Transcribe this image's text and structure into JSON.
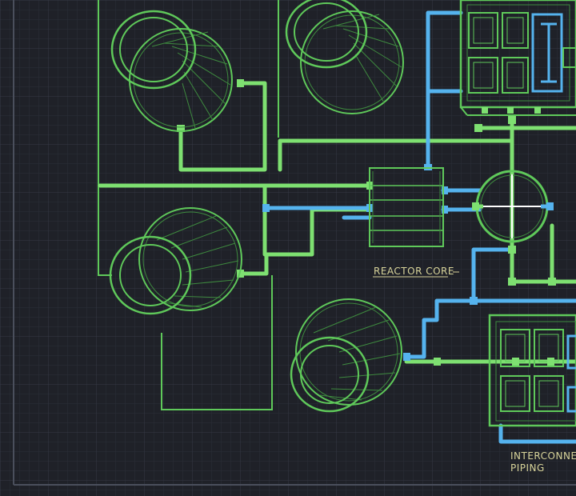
{
  "colors": {
    "background": "#1f2128",
    "grid_minor": "#2b2e38",
    "grid_major": "#353946",
    "green_pipe": "#7ee071",
    "green_line": "#5fc95a",
    "green_dim": "#3e8a3f",
    "blue_pipe": "#55b3ee",
    "label": "#d8d49a"
  },
  "labels": {
    "reactor_core": "REACTOR CORE",
    "interconnect_line1": "INTERCONNEC",
    "interconnect_line2": "PIPING"
  },
  "icons": {
    "cooling_towers": "cooling-tower-icon",
    "control_panels": "control-panel-icon",
    "junction": "junction-crosshair-icon",
    "core": "reactor-core-block-icon"
  }
}
